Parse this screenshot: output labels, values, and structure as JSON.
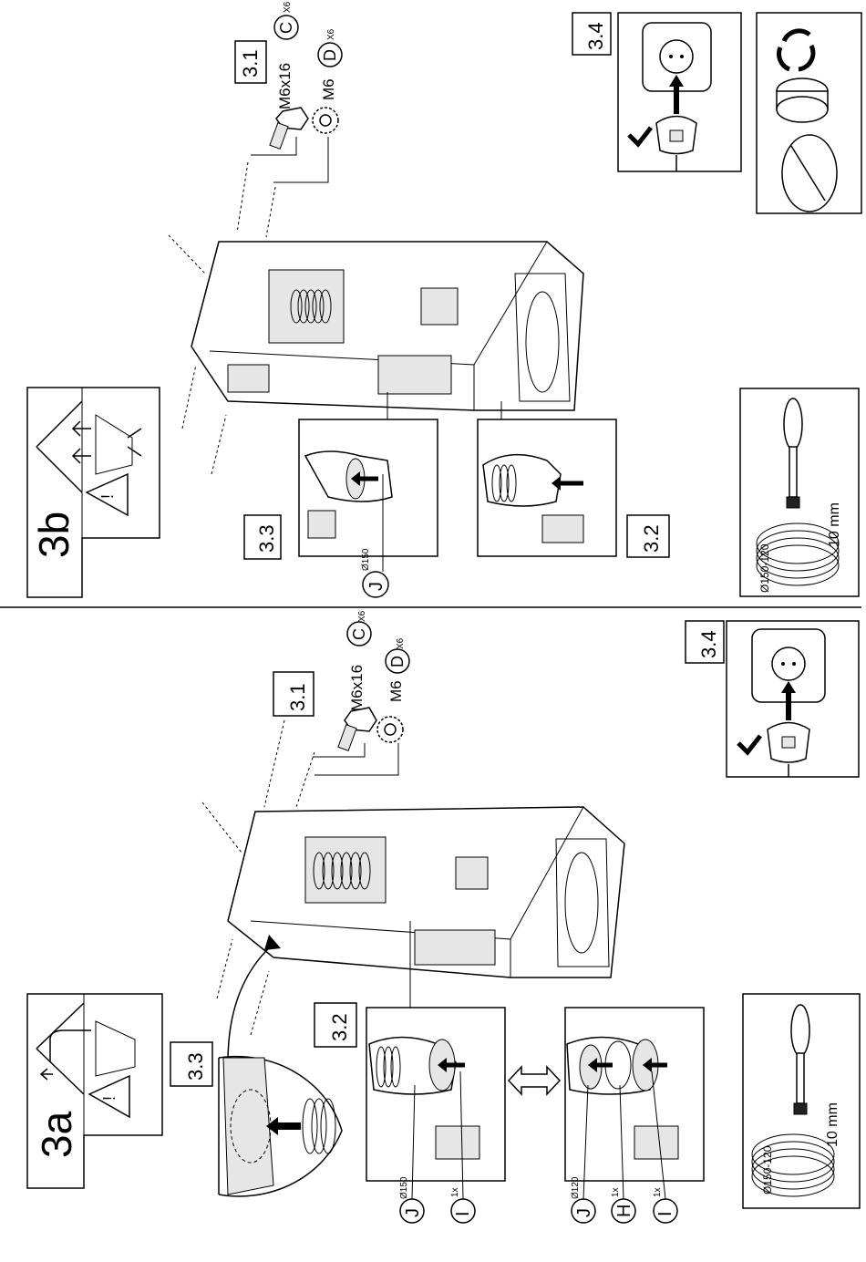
{
  "top": {
    "section_label": "3b",
    "step_31": "3.1",
    "step_32": "3.2",
    "step_33": "3.3",
    "step_34": "3.4",
    "screw_spec": "M6x16",
    "washer_spec": "M6",
    "part_c": "C",
    "part_d": "D",
    "qty_c": "X6",
    "qty_d": "X6",
    "part_j": "J",
    "j_diameter": "Ø150",
    "tools_duct": "Ø150-120",
    "tools_socket": "10 mm"
  },
  "bottom": {
    "section_label": "3a",
    "step_31": "3.1",
    "step_32": "3.2",
    "step_33": "3.3",
    "step_34": "3.4",
    "screw_spec": "M6x16",
    "washer_spec": "M6",
    "part_c": "C",
    "part_d": "D",
    "qty_c": "X6",
    "qty_d": "X6",
    "part_j": "J",
    "part_i": "I",
    "part_h": "H",
    "j_diameter_a": "Ø150",
    "j_diameter_b": "Ø120",
    "i_qty_a": "1x",
    "i_qty_b": "1x",
    "h_qty": "1x",
    "tools_duct": "Ø150-120",
    "tools_socket": "10 mm"
  },
  "colors": {
    "line": "#000000",
    "background": "#ffffff",
    "panel_fill": "#e6e6e6"
  }
}
